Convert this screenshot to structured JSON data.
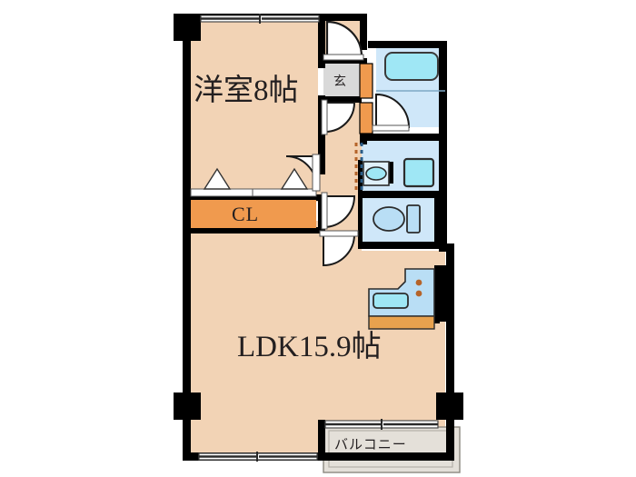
{
  "plan": {
    "type": "japanese-apartment-floorplan",
    "layout_code": "1LDK",
    "rooms": [
      {
        "id": "bedroom",
        "label": "洋室8帖",
        "name_en": "Western-style room 8 tatami",
        "size_jo": 8,
        "fill": "#f2d3b5"
      },
      {
        "id": "ldk",
        "label": "LDK15.9帖",
        "name_en": "Living Dining Kitchen 15.9 tatami",
        "size_jo": 15.9,
        "fill": "#f2d3b5"
      },
      {
        "id": "closet",
        "label": "CL",
        "name_en": "Closet",
        "fill": "#f09a4e"
      },
      {
        "id": "genkan",
        "label": "玄",
        "name_en": "Entrance",
        "fill": "#d9d9d9"
      },
      {
        "id": "balcony",
        "label": "バルコニー",
        "name_en": "Balcony",
        "fill": "#e4e0d9"
      }
    ],
    "fixtures": [
      {
        "id": "bathtub",
        "name_en": "Bathtub",
        "fill": "#9fe7f5"
      },
      {
        "id": "washbasin",
        "name_en": "Wash basin",
        "fill": "#9fe7f5"
      },
      {
        "id": "washer-space",
        "name_en": "Washing machine space",
        "fill": "#9fe7f5"
      },
      {
        "id": "toilet",
        "name_en": "Toilet",
        "fill": "#b9def5"
      },
      {
        "id": "kitchen-sink",
        "name_en": "Kitchen sink",
        "fill": "#9fe7f5"
      },
      {
        "id": "kitchen-stove",
        "name_en": "Stove / burners",
        "fill": "#b9def5"
      },
      {
        "id": "shoe-cabinet",
        "name_en": "Shoe cabinet",
        "fill": "#f09a4e"
      }
    ],
    "colors": {
      "wall": "#000000",
      "floor_room": "#f2d3b5",
      "floor_wet": "#cfe7f9",
      "floor_genkan": "#d9d9d9",
      "floor_balcony": "#e4e0d9",
      "closet_orange": "#f09a4e",
      "fixture_cyan": "#9fe7f5",
      "fixture_blue": "#b9def5",
      "door_white": "#ffffff",
      "background": "#ffffff",
      "text": "#231f20"
    }
  }
}
